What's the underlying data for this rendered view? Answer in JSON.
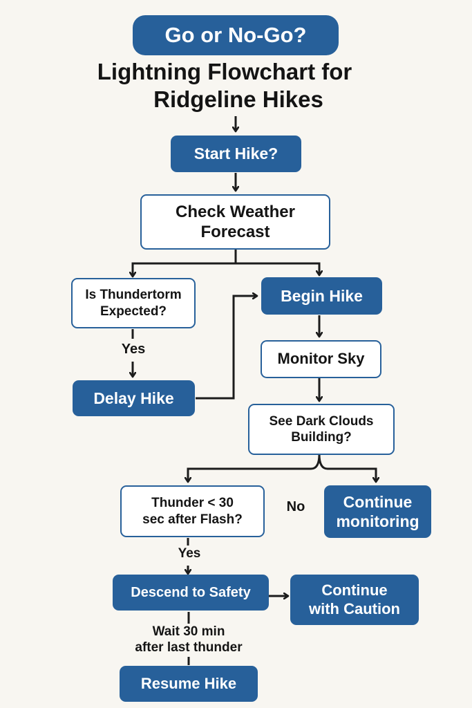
{
  "header": {
    "badge": "Go or No-Go?",
    "title_line1": "Lightning Flowchart for",
    "title_line2": "Ridgeline Hikes"
  },
  "nodes": {
    "start_hike": "Start Hike?",
    "check_weather_1": "Check Weather",
    "check_weather_2": "Forecast",
    "thunderstorm_q_1": "Is Thundertorm",
    "thunderstorm_q_2": "Expected?",
    "begin_hike": "Begin Hike",
    "delay_hike": "Delay Hike",
    "monitor_sky": "Monitor Sky",
    "dark_clouds_1": "See Dark Clouds",
    "dark_clouds_2": "Building?",
    "thunder_q_1": "Thunder < 30",
    "thunder_q_2": "sec after Flash?",
    "continue_monitoring_1": "Continue",
    "continue_monitoring_2": "monitoring",
    "descend": "Descend to Safety",
    "continue_caution_1": "Continue",
    "continue_caution_2": "with Caution",
    "resume_hike": "Resume Hike"
  },
  "edge_labels": {
    "yes_1": "Yes",
    "no": "No",
    "yes_2": "Yes",
    "wait_1": "Wait 30 min",
    "wait_2": "after last thunder"
  },
  "colors": {
    "primary": "#27609a",
    "background": "#f8f6f1",
    "text": "#141414"
  }
}
